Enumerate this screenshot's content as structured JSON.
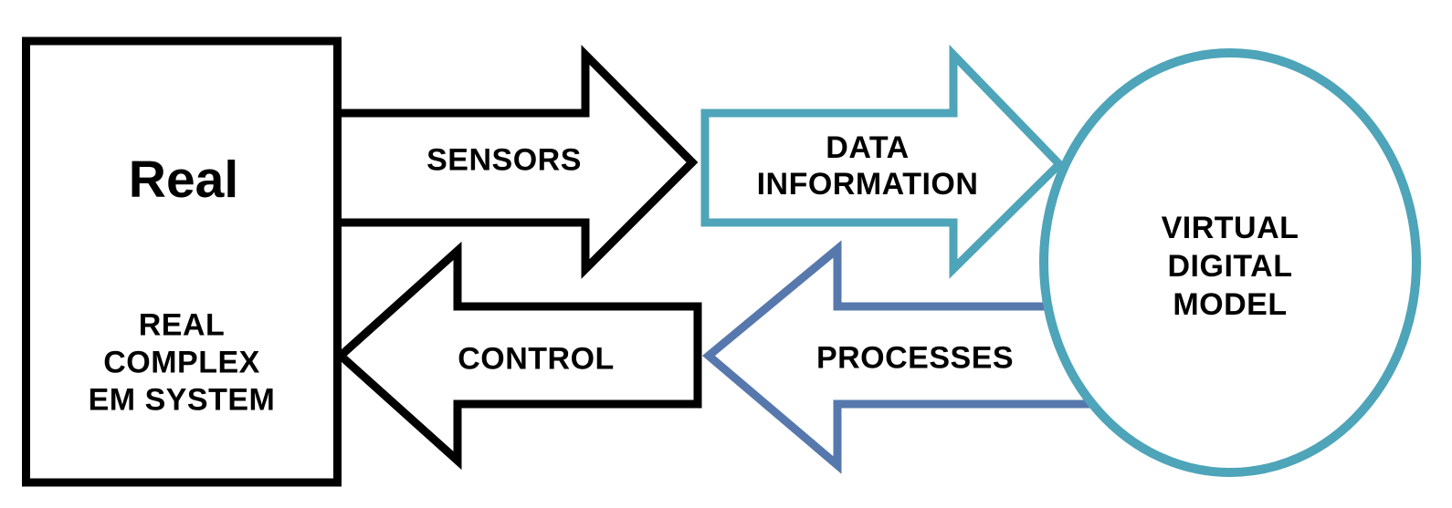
{
  "diagram": {
    "type": "digital-twin-loop",
    "background_color": "#ffffff"
  },
  "colors": {
    "black": "#000000",
    "teal": "#4ea4b8",
    "steel_blue": "#5678ac",
    "shape_fill": "#ffffff"
  },
  "real_system_box": {
    "title": "Real",
    "subtitle_lines": [
      "REAL",
      "COMPLEX",
      "EM SYSTEM"
    ]
  },
  "virtual_model_ellipse": {
    "label_lines": [
      "VIRTUAL",
      "DIGITAL",
      "MODEL"
    ]
  },
  "arrows": {
    "sensors": {
      "label": "SENSORS",
      "direction": "right",
      "color": "#000000"
    },
    "data_information": {
      "label_lines": [
        "DATA",
        "INFORMATION"
      ],
      "direction": "right",
      "color": "#4ea4b8"
    },
    "control": {
      "label": "CONTROL",
      "direction": "left",
      "color": "#000000"
    },
    "processes": {
      "label": "PROCESSES",
      "direction": "left",
      "color": "#5678ac"
    }
  }
}
